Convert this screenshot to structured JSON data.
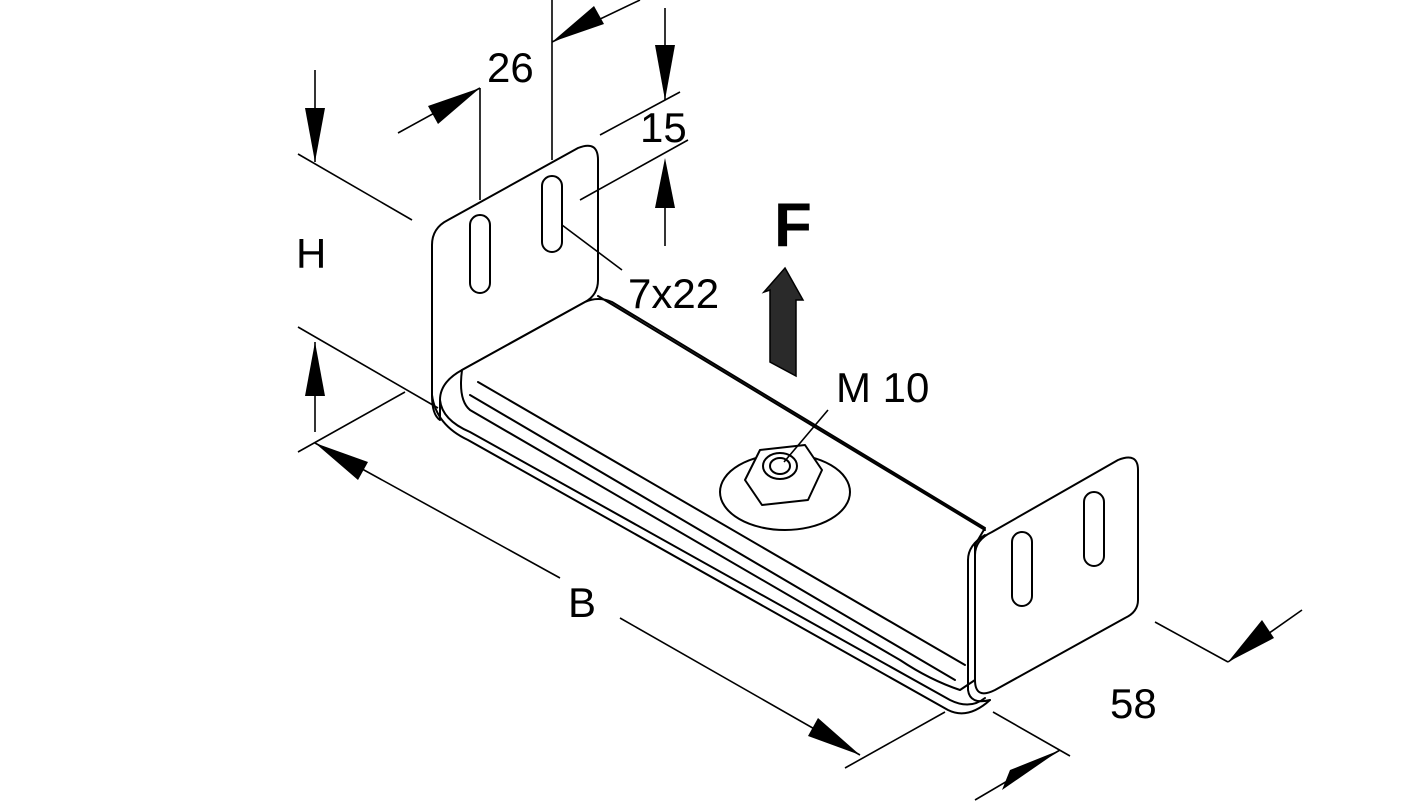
{
  "labels": {
    "dim_26": "26",
    "dim_15": "15",
    "dim_h": "H",
    "dim_slot": "7x22",
    "force": "F",
    "thread": "M 10",
    "dim_b": "B",
    "dim_58": "58"
  },
  "colors": {
    "line": "#000000",
    "background": "#ffffff"
  }
}
